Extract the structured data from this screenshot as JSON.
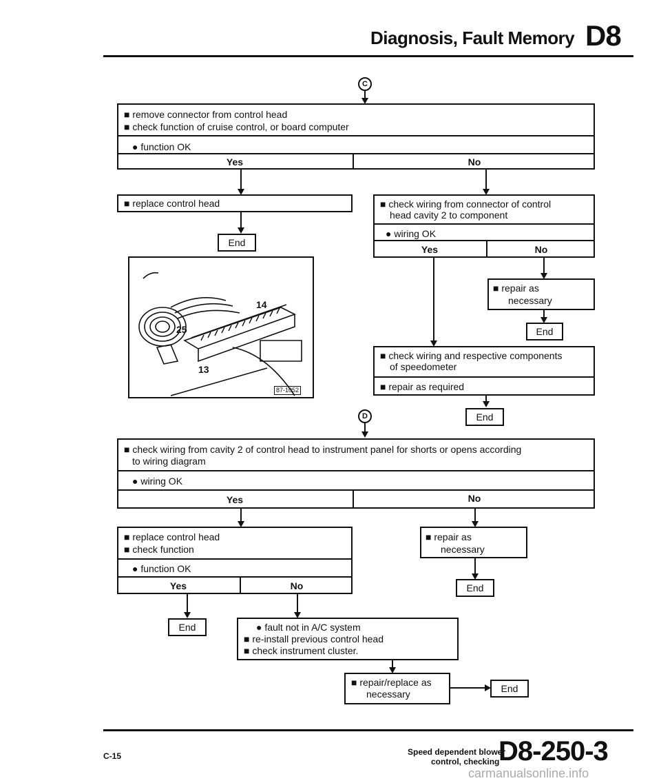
{
  "header": {
    "title": "Diagnosis, Fault Memory",
    "section": "D8"
  },
  "block_c": {
    "marker": "C",
    "line1": "■ remove connector from control head",
    "line2": "■ check function of cruise control, or board computer",
    "question": "● function OK",
    "yes": "Yes",
    "no": "No"
  },
  "replace_head_1": "■ replace control head",
  "end_label": "End",
  "wiring_a": {
    "line1": "■ check wiring from connector of control",
    "line2": "head cavity 2 to component",
    "question": "● wiring OK",
    "yes": "Yes",
    "no": "No"
  },
  "repair_a": {
    "line1": "■ repair as",
    "line2": "necessary"
  },
  "speedo": {
    "line1": "■ check wiring and respective components",
    "line2": "of speedometer",
    "line3": "■ repair as required"
  },
  "illustration": {
    "label_14": "14",
    "label_25": "25",
    "label_13": "13",
    "ref": "87-1052"
  },
  "block_d": {
    "marker": "D",
    "line1": "■ check wiring from cavity 2 of control head to instrument panel for shorts or opens according",
    "line2": "to wiring diagram",
    "question": "● wiring OK",
    "yes": "Yes",
    "no": "No"
  },
  "replace_head_2": {
    "line1": "■ replace control head",
    "line2": "■ check function",
    "question": "● function OK",
    "yes": "Yes",
    "no": "No"
  },
  "repair_b": {
    "line1": "■ repair as",
    "line2": "necessary"
  },
  "fault": {
    "line1": "● fault not in A/C system",
    "line2": "■ re-install previous control head",
    "line3": "■ check instrument cluster."
  },
  "repair_replace": {
    "line1": "■ repair/replace as",
    "line2": "necessary"
  },
  "footer": {
    "page_code": "C-15",
    "desc_line1": "Speed dependent blower",
    "desc_line2": "control, checking",
    "page_number": "D8-250-3",
    "watermark": "carmanualsonline.info"
  }
}
